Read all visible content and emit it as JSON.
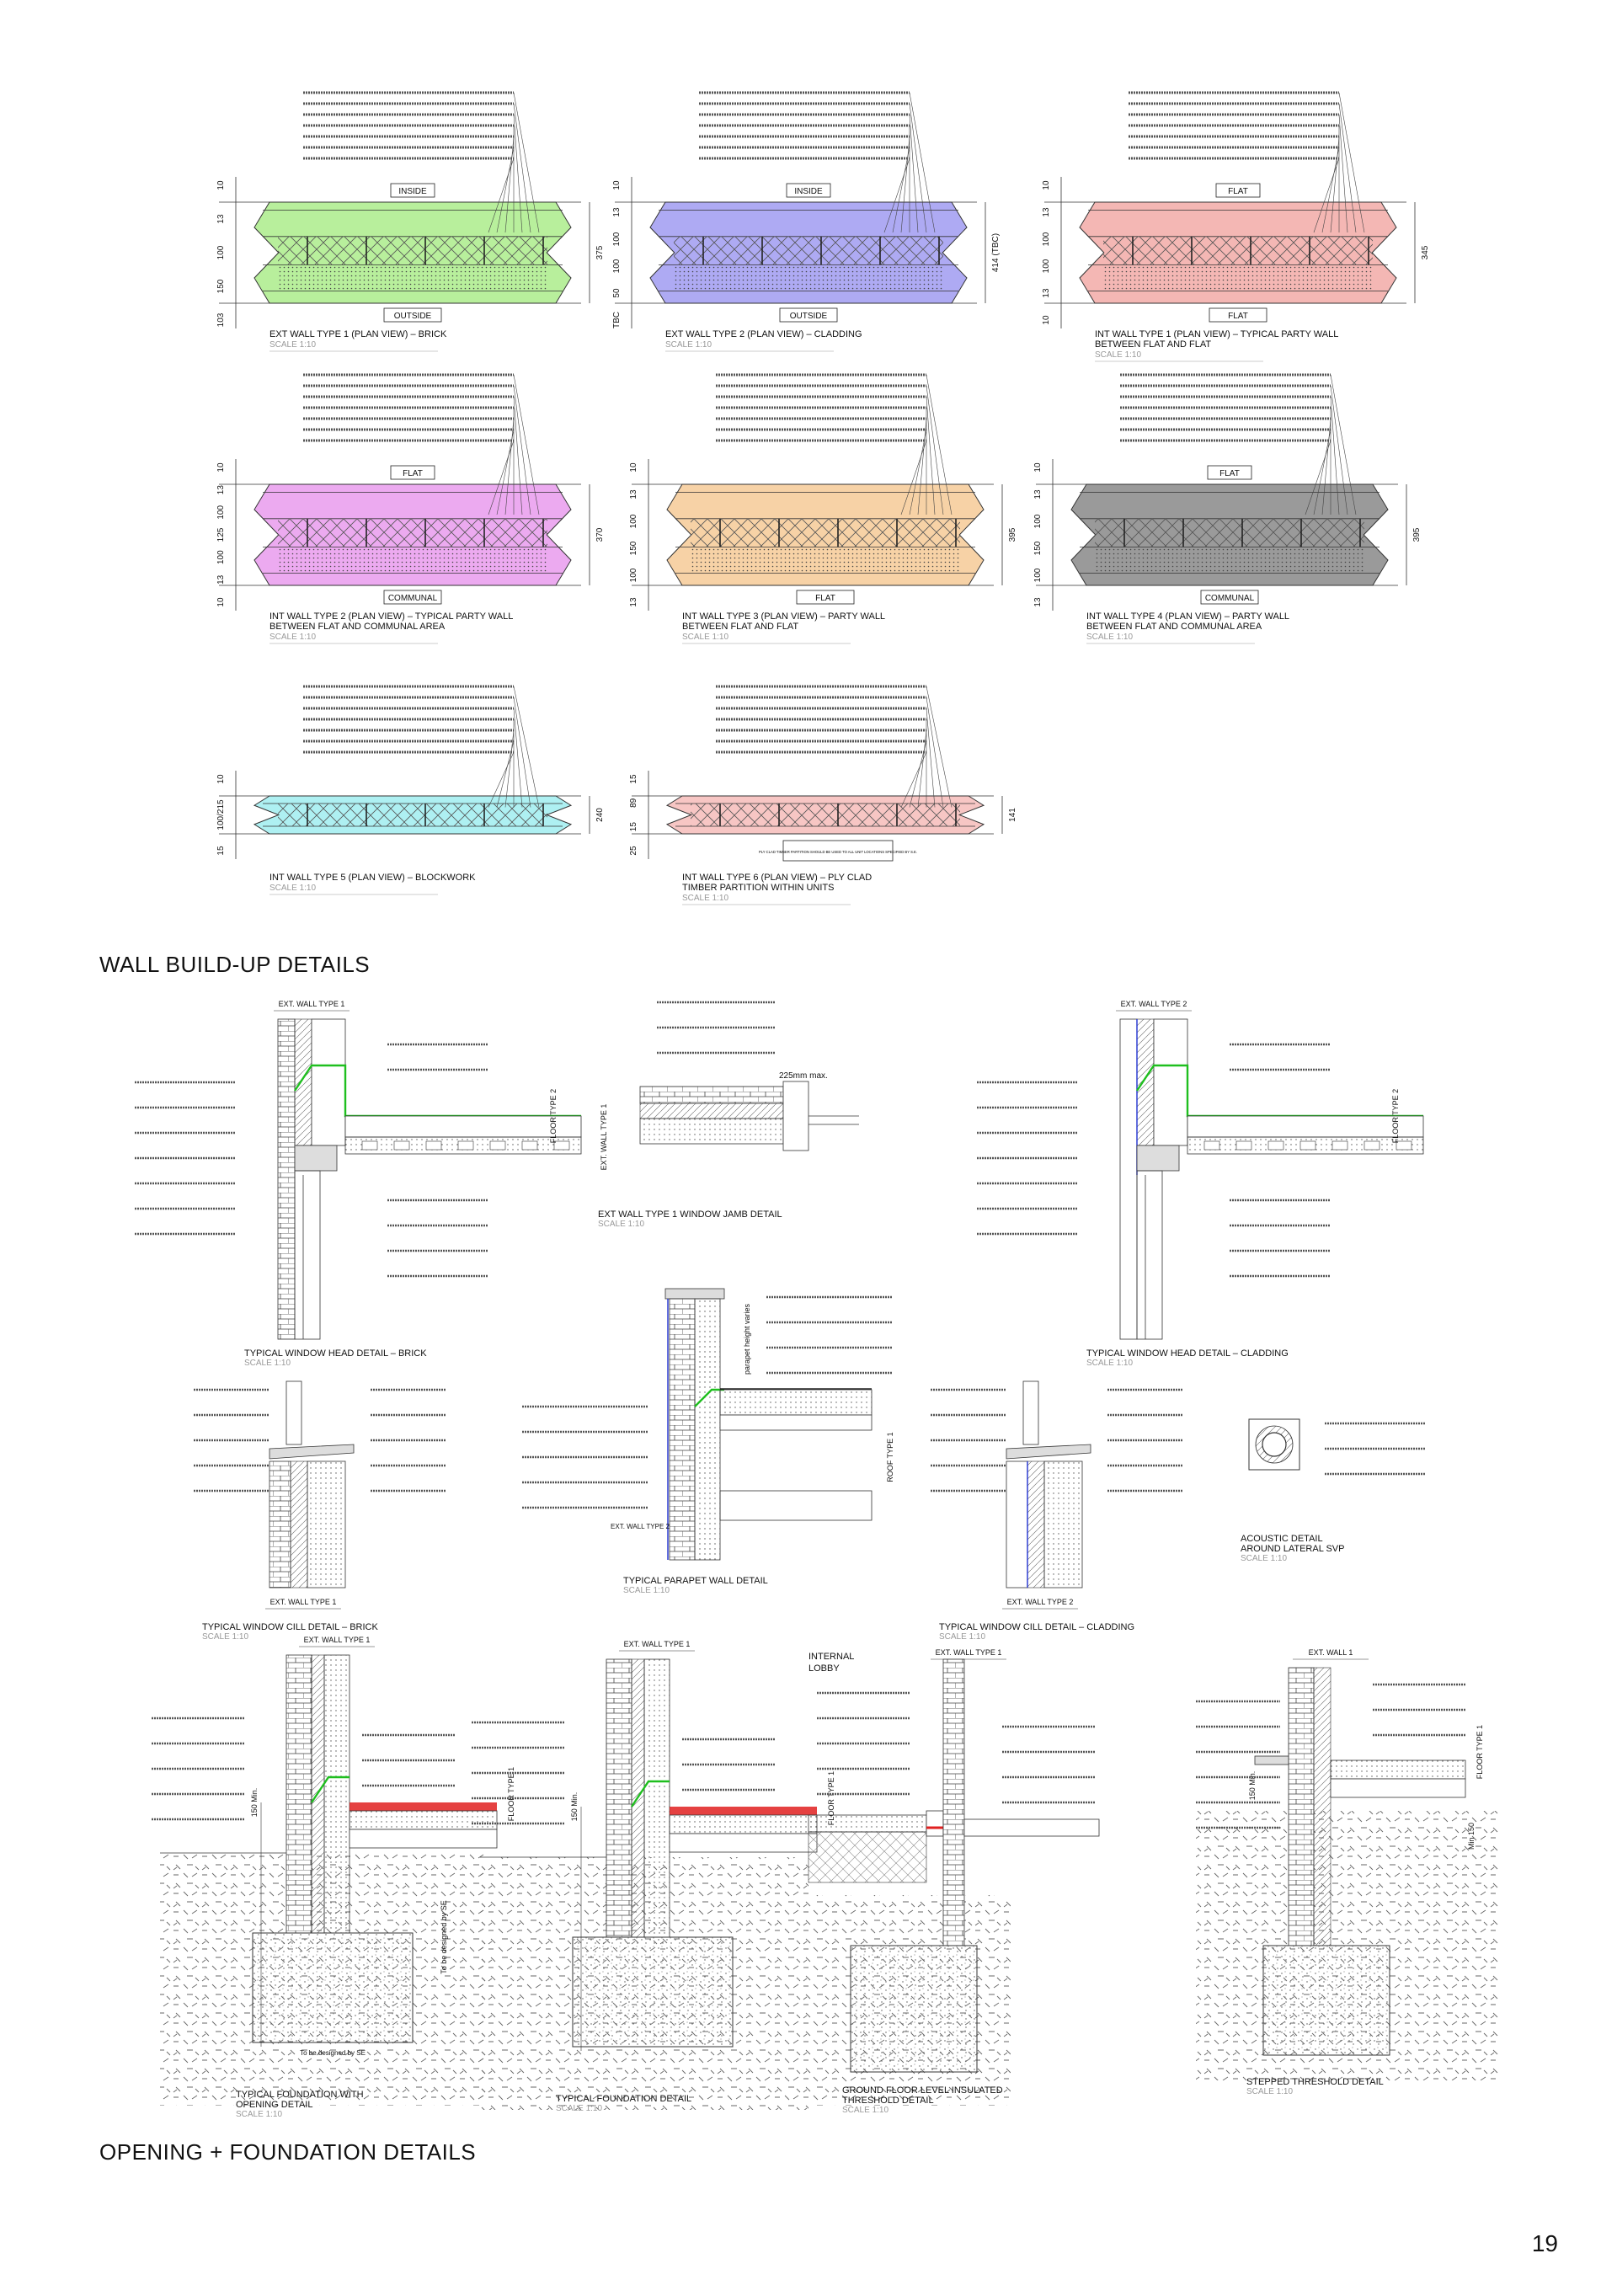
{
  "headings": {
    "wall": "WALL BUILD-UP DETAILS",
    "opening": "OPENING + FOUNDATION DETAILS"
  },
  "page_number": "19",
  "colors": {
    "ext1": "#b8ef9c",
    "ext2": "#aeaaf3",
    "int1": "#f4b7b4",
    "int2": "#ecaaf0",
    "int3": "#f7d2a6",
    "int4": "#9a9a9a",
    "int5": "#aef0f2",
    "int6": "#f7c6c4",
    "membrane": "#1fbf1f",
    "redline": "#e02020",
    "blueline": "#2030d0"
  },
  "walls": [
    {
      "title": "EXT WALL TYPE 1 (PLAN VIEW) – BRICK",
      "title2": "",
      "scale": "SCALE 1:10",
      "top": "INSIDE",
      "bottom": "OUTSIDE",
      "total": "375",
      "left_dims": [
        "10",
        "13",
        "100",
        "150",
        "103"
      ]
    },
    {
      "title": "EXT WALL TYPE 2 (PLAN VIEW) – CLADDING",
      "title2": "",
      "scale": "SCALE 1:10",
      "top": "INSIDE",
      "bottom": "OUTSIDE",
      "total": "414 (TBC)",
      "left_dims": [
        "10",
        "13",
        "100",
        "100",
        "50",
        "TBC"
      ]
    },
    {
      "title": "INT WALL TYPE 1 (PLAN VIEW) – TYPICAL PARTY WALL",
      "title2": "BETWEEN FLAT AND FLAT",
      "scale": "SCALE 1:10",
      "top": "FLAT",
      "bottom": "FLAT",
      "total": "345",
      "left_dims": [
        "10",
        "13",
        "100",
        "100",
        "13",
        "10"
      ]
    },
    {
      "title": "INT WALL TYPE 2 (PLAN VIEW) – TYPICAL PARTY WALL",
      "title2": "BETWEEN FLAT AND COMMUNAL AREA",
      "scale": "SCALE 1:10",
      "top": "FLAT",
      "bottom": "COMMUNAL",
      "total": "370",
      "left_dims": [
        "10",
        "13",
        "100",
        "125",
        "100",
        "13",
        "10"
      ]
    },
    {
      "title": "INT WALL TYPE 3 (PLAN VIEW) – PARTY WALL",
      "title2": "BETWEEN FLAT AND FLAT",
      "scale": "SCALE 1:10",
      "top": "",
      "bottom": "FLAT",
      "total": "395",
      "left_dims": [
        "10",
        "13",
        "100",
        "150",
        "100",
        "13"
      ]
    },
    {
      "title": "INT WALL TYPE 4 (PLAN VIEW) – PARTY WALL",
      "title2": "BETWEEN FLAT AND COMMUNAL AREA",
      "scale": "SCALE 1:10",
      "top": "FLAT",
      "bottom": "COMMUNAL",
      "total": "395",
      "left_dims": [
        "10",
        "13",
        "100",
        "150",
        "100",
        "13"
      ]
    },
    {
      "title": "INT WALL TYPE 5 (PLAN VIEW) – BLOCKWORK",
      "title2": "",
      "scale": "SCALE 1:10",
      "top": "",
      "bottom": "",
      "total": "240",
      "left_dims": [
        "10",
        "100/215",
        "15"
      ]
    },
    {
      "title": "INT WALL TYPE 6 (PLAN VIEW) – PLY CLAD",
      "title2": "TIMBER PARTITION WITHIN UNITS",
      "scale": "SCALE 1:10",
      "top": "",
      "bottom": "",
      "total": "141",
      "left_dims": [
        "15",
        "89",
        "15",
        "25"
      ],
      "box_note": "PLY CLAD TIMBER PARTITION SHOULD BE USED TO ALL UNIT LOCATIONS SPECIFIED BY S.E."
    }
  ],
  "details": {
    "head_brick": {
      "title": "TYPICAL WINDOW HEAD DETAIL – BRICK",
      "scale": "SCALE 1:10",
      "tag": "EXT. WALL TYPE 1",
      "side": "FLOOR TYPE 2"
    },
    "jamb": {
      "title": "EXT WALL TYPE 1 WINDOW JAMB DETAIL",
      "scale": "SCALE 1:10",
      "tag": "EXT. WALL TYPE 1",
      "dim": "225mm max."
    },
    "head_clad": {
      "title": "TYPICAL WINDOW HEAD DETAIL – CLADDING",
      "scale": "SCALE 1:10",
      "tag": "EXT. WALL TYPE 2",
      "side": "FLOOR TYPE 2"
    },
    "cill_brick": {
      "title": "TYPICAL WINDOW CILL DETAIL – BRICK",
      "scale": "SCALE 1:10",
      "tag": "EXT. WALL TYPE 1"
    },
    "parapet": {
      "title": "TYPICAL PARAPET WALL DETAIL",
      "scale": "SCALE 1:10",
      "tag": "EXT. WALL TYPE 2",
      "side": "ROOF TYPE 1",
      "vert": "parapet height varies"
    },
    "cill_clad": {
      "title": "TYPICAL WINDOW CILL DETAIL – CLADDING",
      "scale": "SCALE 1:10",
      "tag": "EXT. WALL TYPE 2"
    },
    "acoustic": {
      "title": "ACOUSTIC DETAIL",
      "title2": "AROUND LATERAL SVP",
      "scale": "SCALE 1:10"
    },
    "found_opening": {
      "title": "TYPICAL FOUNDATION WITH",
      "title2": "OPENING DETAIL",
      "scale": "SCALE 1:10",
      "tag": "EXT. WALL TYPE 1",
      "side": "FLOOR TYPE 1",
      "note": "To be designed by SE",
      "dim": "150 Min."
    },
    "found": {
      "title": "TYPICAL FOUNDATION DETAIL",
      "scale": "SCALE 1:10",
      "tag": "EXT. WALL TYPE 1",
      "side": "FLOOR TYPE 1",
      "dim": "150 Min."
    },
    "threshold": {
      "title": "GROUND FLOOR LEVEL INSULATED",
      "title2": "THRESHOLD DETAIL",
      "scale": "SCALE 1:10",
      "tag": "EXT. WALL TYPE 1",
      "label": "INTERNAL",
      "label2": "LOBBY"
    },
    "stepped": {
      "title": "STEPPED THRESHOLD DETAIL",
      "scale": "SCALE 1:10",
      "tag": "EXT. WALL 1",
      "side": "FLOOR TYPE 1",
      "dim": "150 Min.",
      "dim2": "Min 150"
    }
  }
}
